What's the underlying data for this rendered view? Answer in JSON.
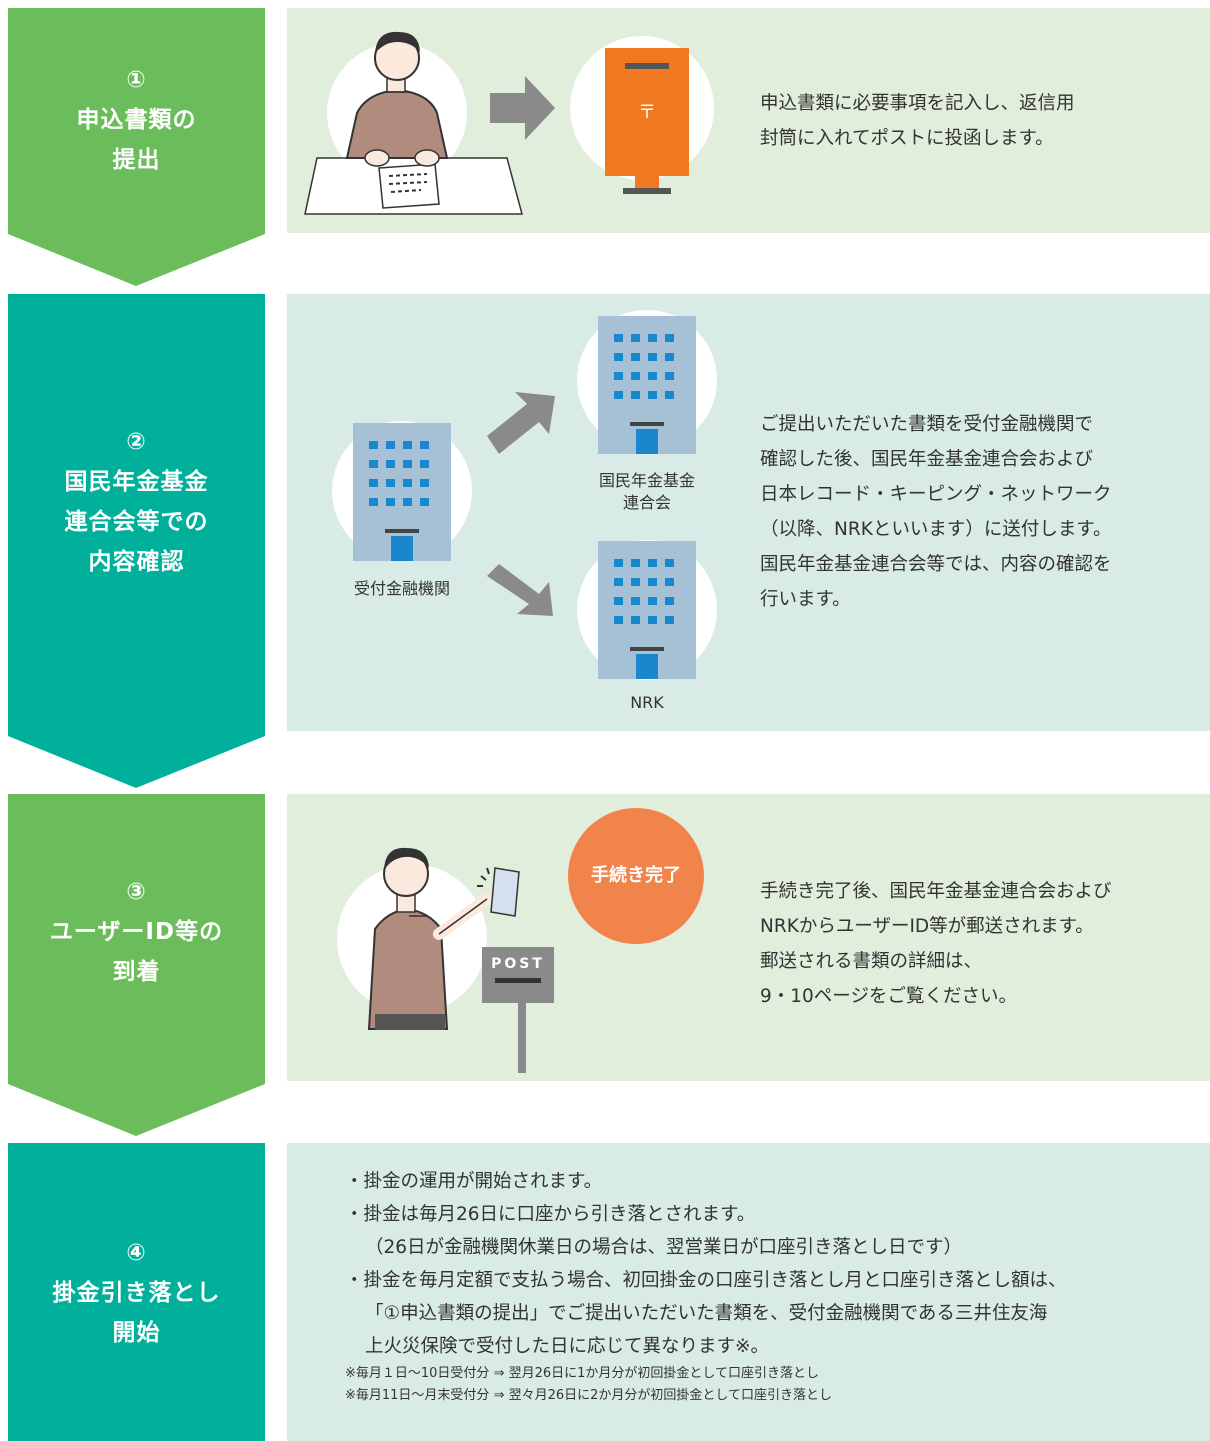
{
  "colors": {
    "step_green": "#6bbd5b",
    "step_teal": "#00b09a",
    "panel_green": "#e1eedc",
    "panel_teal": "#d8ebe6",
    "mailbox_orange": "#f07820",
    "badge_orange": "#f0844a"
  },
  "steps": [
    {
      "number": "①",
      "title_lines": [
        "申込書類の",
        "提出"
      ],
      "description": [
        "申込書類に必要事項を記入し、返信用",
        "封筒に入れてポストに投函します。"
      ],
      "illustration": [
        "writing-person-icon",
        "right-arrow-icon",
        "red-mailbox-icon"
      ]
    },
    {
      "number": "②",
      "title_lines": [
        "国民年金基金",
        "連合会等での",
        "内容確認"
      ],
      "description": [
        "ご提出いただいた書類を受付金融機関で",
        "確認した後、国民年金基金連合会および",
        "日本レコード・キーピング・ネットワーク",
        "（以降、NRKといいます）に送付します。",
        "国民年金基金連合会等では、内容の確認を",
        "行います。"
      ],
      "buildings": {
        "receiver": "受付金融機関",
        "federation_lines": [
          "国民年金基金",
          "連合会"
        ],
        "nrk": "NRK"
      }
    },
    {
      "number": "③",
      "title_lines": [
        "ユーザーID等の",
        "到着"
      ],
      "description": [
        "手続き完了後、国民年金基金連合会および",
        "NRKからユーザーID等が郵送されます。",
        "郵送される書類の詳細は、",
        "9・10ページをご覧ください。"
      ],
      "badge": "手続き完了",
      "post_sign": "POST"
    },
    {
      "number": "④",
      "title_lines": [
        "掛金引き落とし",
        "開始"
      ],
      "bullets": [
        "・掛金の運用が開始されます。",
        "・掛金は毎月26日に口座から引き落とされます。",
        "（26日が金融機関休業日の場合は、翌営業日が口座引き落とし日です）",
        "・掛金を毎月定額で支払う場合、初回掛金の口座引き落とし月と口座引き落とし額は、",
        "「①申込書類の提出」でご提出いただいた書類を、受付金融機関である三井住友海",
        "上火災保険で受付した日に応じて異なります※。"
      ],
      "notes": [
        "※毎月１日〜10日受付分 ⇒ 翌月26日に1か月分が初回掛金として口座引き落とし",
        "※毎月11日〜月末受付分 ⇒ 翌々月26日に2か月分が初回掛金として口座引き落とし"
      ]
    }
  ]
}
